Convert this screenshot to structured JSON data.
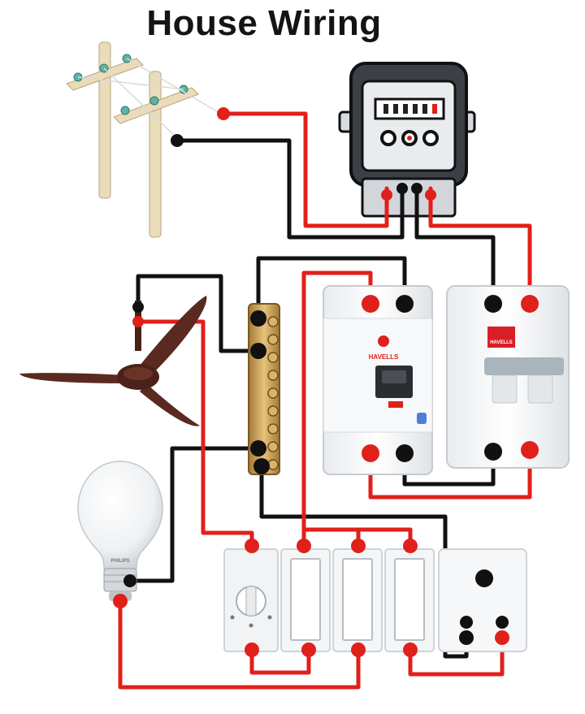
{
  "title": "House Wiring",
  "brands": {
    "rccb": "HAVELLS",
    "mcb": "HAVELLS",
    "bulb": "PHILIPS"
  },
  "colors": {
    "live": "#e0201b",
    "neutral": "#111111",
    "fan": "#5a2a20",
    "busbar": "#c9a25a",
    "pole": "#eadcb8"
  },
  "components": [
    "utility-poles",
    "energy-meter",
    "rccb",
    "mcb",
    "neutral-busbar",
    "ceiling-fan",
    "bulb",
    "fan-regulator",
    "switches",
    "socket"
  ]
}
